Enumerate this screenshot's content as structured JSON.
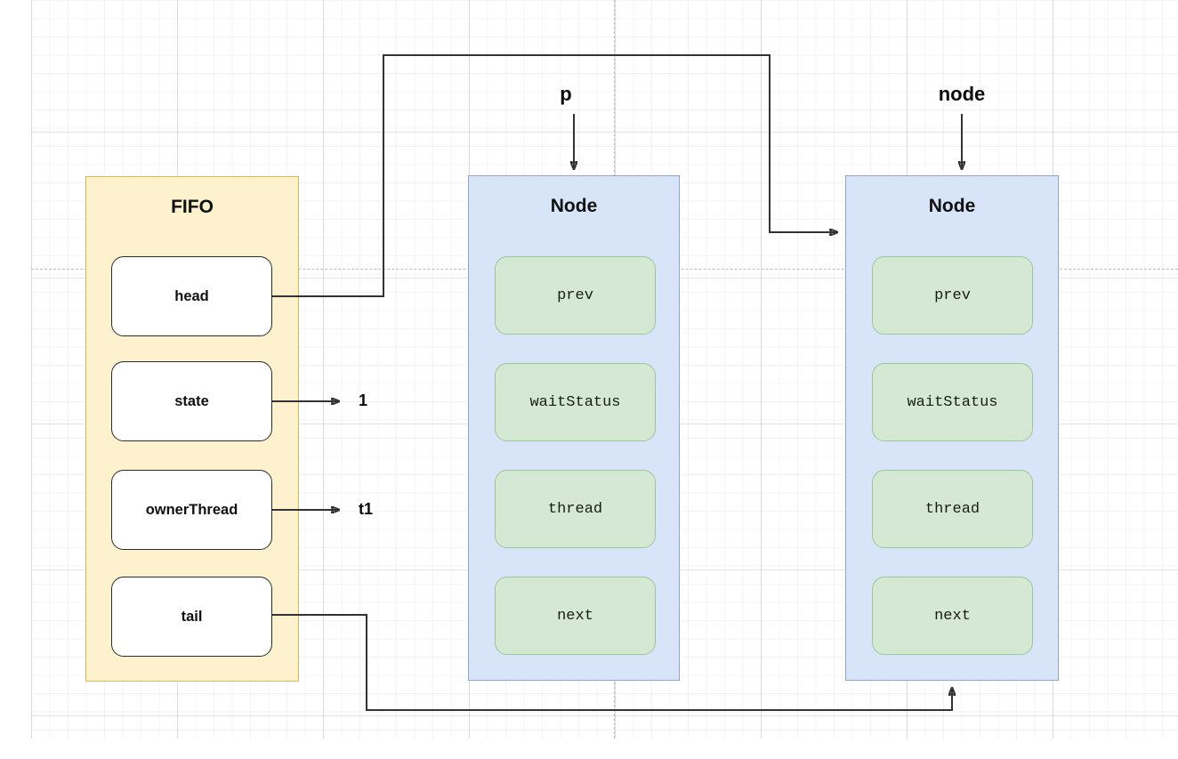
{
  "canvas": {
    "background_color": "#ffffff",
    "grid_minor_color": "#f0f0f0",
    "grid_major_color": "#e0e0e0",
    "axis_color": "#bdbdbd"
  },
  "fifo": {
    "title": "FIFO",
    "fill_color": "#fdf2cd",
    "stroke_color": "#d6b656",
    "fields": [
      {
        "label": "head"
      },
      {
        "label": "state"
      },
      {
        "label": "ownerThread"
      },
      {
        "label": "tail"
      }
    ]
  },
  "nodes": [
    {
      "title": "Node",
      "pointer_label": "p",
      "fill_color": "#d8e5f8",
      "stroke_color": "#8fa6c4",
      "fields": [
        {
          "label": "prev"
        },
        {
          "label": "waitStatus"
        },
        {
          "label": "thread"
        },
        {
          "label": "next"
        }
      ]
    },
    {
      "title": "Node",
      "pointer_label": "node",
      "fill_color": "#d8e5f8",
      "stroke_color": "#8fa6c4",
      "fields": [
        {
          "label": "prev"
        },
        {
          "label": "waitStatus"
        },
        {
          "label": "thread"
        },
        {
          "label": "next"
        }
      ]
    }
  ],
  "values": {
    "state_value": "1",
    "owner_thread_value": "t1"
  },
  "field_chip": {
    "fill_color": "#d5e8d4",
    "stroke_color": "#9fc49c"
  },
  "connectors": {
    "stroke_color": "#333333"
  }
}
